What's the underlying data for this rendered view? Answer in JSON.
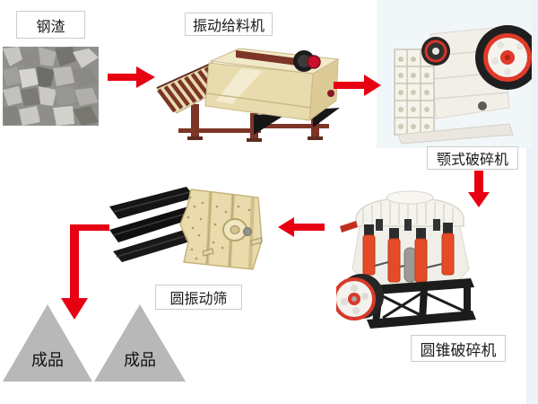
{
  "diagram": {
    "type": "process-flow",
    "labels": {
      "steel_slag": "钢渣",
      "vibrating_feeder": "振动给料机",
      "jaw_crusher": "颚式破碎机",
      "cone_crusher": "圆锥破碎机",
      "circular_screen": "圆振动筛",
      "product_left": "成品",
      "product_right": "成品"
    },
    "flow_sequence": [
      "钢渣",
      "振动给料机",
      "颚式破碎机",
      "圆锥破碎机",
      "圆振动筛",
      "成品"
    ],
    "icons": {
      "arrow_right_1": "red right arrow from steel slag to vibrating feeder",
      "arrow_right_2": "red right arrow from vibrating feeder to jaw crusher",
      "arrow_down": "red down arrow from jaw crusher label to cone crusher",
      "arrow_left": "red left arrow from cone crusher to circular screen",
      "arrow_elbow_down": "red elbow arrow from circular screen down to finished product"
    },
    "colors": {
      "arrow_red": "#e60012",
      "product_triangle": "#b8b8b8",
      "label_border": "#cccccc",
      "label_text": "#1a1a1a",
      "feeder_cream": "#e8dbae",
      "feeder_maroon": "#7c3526",
      "machine_white": "#f2f1ea",
      "wheel_red": "#e03a28",
      "cone_cylinder_red": "#e64b27",
      "frame_black": "#1c1c1c",
      "photo_bg_blue": "#f1f6f9",
      "right_strip": "#edf2f6"
    }
  }
}
